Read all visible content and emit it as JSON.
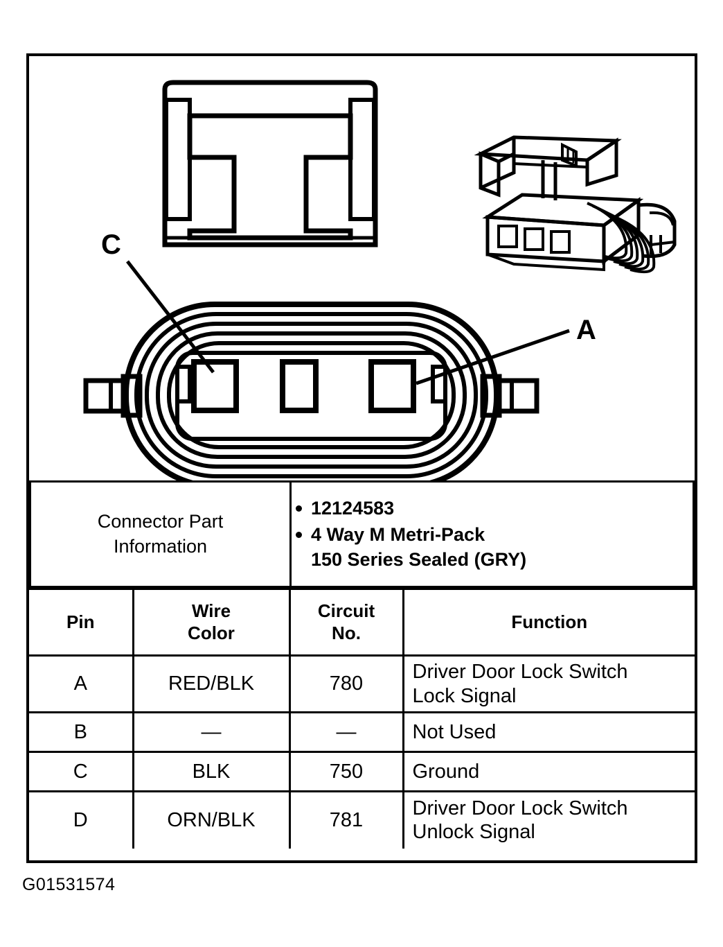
{
  "diagram": {
    "callouts": [
      {
        "id": "C",
        "label": "C"
      },
      {
        "id": "A",
        "label": "A"
      }
    ],
    "views": {
      "front_face": "front-connector-face-view",
      "isometric": "isometric-connector-view"
    },
    "cavity_count": 3
  },
  "part_info": {
    "label_line1": "Connector Part",
    "label_line2": "Information",
    "values": [
      "12124583",
      "4 Way M Metri-Pack 150 Series Sealed (GRY)"
    ],
    "value_lines": [
      [
        "12124583"
      ],
      [
        "4 Way M Metri-Pack",
        "150 Series Sealed (GRY)"
      ]
    ]
  },
  "pinout": {
    "headers": {
      "pin": "Pin",
      "wire_color_line1": "Wire",
      "wire_color_line2": "Color",
      "circuit_line1": "Circuit",
      "circuit_line2": "No.",
      "function": "Function"
    },
    "rows": [
      {
        "pin": "A",
        "wire_color": "RED/BLK",
        "circuit_no": "780",
        "function_line1": "Driver Door Lock Switch",
        "function_line2": "Lock Signal"
      },
      {
        "pin": "B",
        "wire_color": "—",
        "circuit_no": "—",
        "function_line1": "Not Used",
        "function_line2": ""
      },
      {
        "pin": "C",
        "wire_color": "BLK",
        "circuit_no": "750",
        "function_line1": "Ground",
        "function_line2": ""
      },
      {
        "pin": "D",
        "wire_color": "ORN/BLK",
        "circuit_no": "781",
        "function_line1": "Driver Door Lock Switch",
        "function_line2": "Unlock Signal"
      }
    ]
  },
  "caption": {
    "figure_id": "G01531574"
  },
  "colors": {
    "ink": "#000000",
    "paper": "#ffffff"
  }
}
